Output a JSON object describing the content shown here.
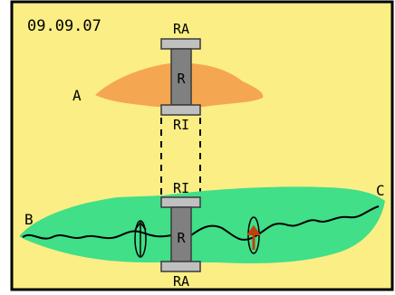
{
  "diagram": {
    "date": "09.09.07",
    "labels": {
      "ra_top": "RA",
      "r_top": "R",
      "ri_top": "RI",
      "ri_bottom": "RI",
      "r_bottom": "R",
      "ra_bottom": "RA",
      "point_a": "A",
      "point_b": "B",
      "point_c": "C"
    },
    "colors": {
      "background": "#fbee85",
      "frame": "#000000",
      "orange_blob": "#f5a650",
      "green_region": "#40df88",
      "plate": "#c0c0c0",
      "plate_stroke": "#3a3a3a",
      "cylinder": "#808080",
      "arrow": "#c0400a"
    }
  }
}
